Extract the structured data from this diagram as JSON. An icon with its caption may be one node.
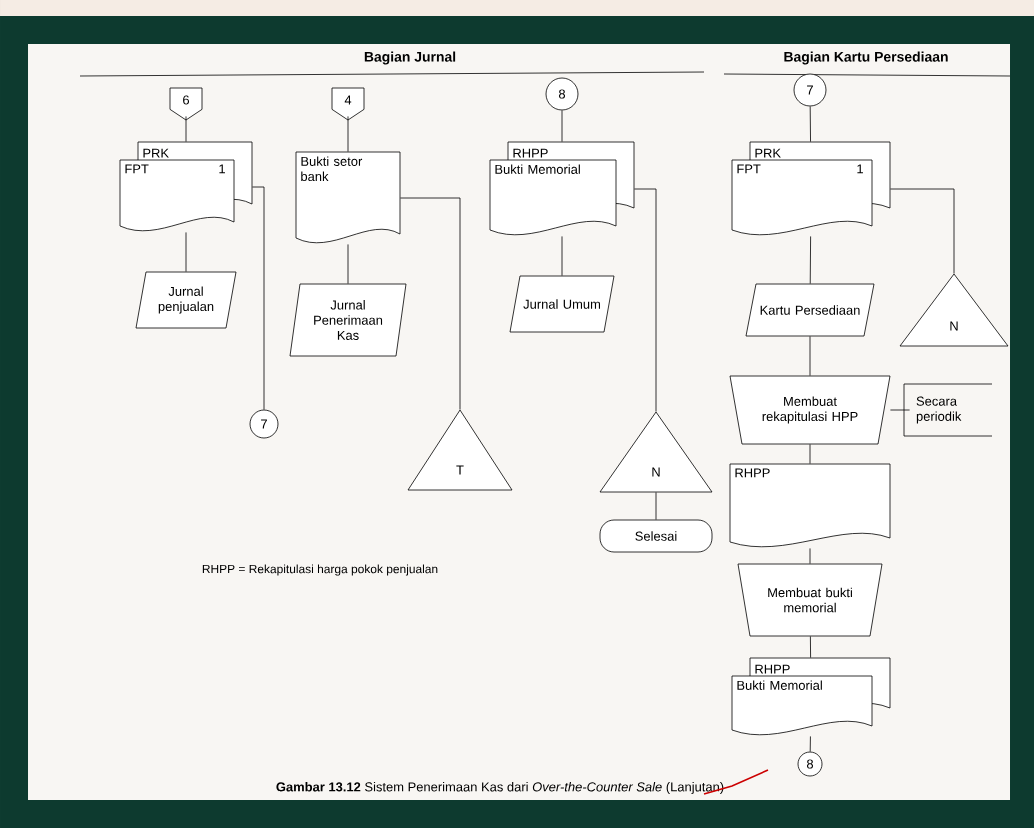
{
  "diagram": {
    "caption": "**Gambar 13.12** Sistem Penerimaan Kas dari *Over-the-Counter Sale* (Lanjutan)",
    "nodes": [
      {
        "text": [
          "6"
        ]
      },
      {
        "text": [
          "PRK",
          "FPT",
          "1"
        ]
      },
      {
        "text": [
          "Jurnal penjualan"
        ]
      },
      {
        "text": [
          "7"
        ]
      },
      {
        "text": [
          "4"
        ]
      },
      {
        "text": [
          "Bukti setor bank"
        ]
      },
      {
        "text": [
          "Jurnal Penerimaan Kas"
        ]
      },
      {
        "text": [
          "T"
        ]
      },
      {
        "text": [
          "8"
        ]
      },
      {
        "text": [
          "RHPP",
          "Bukti Memorial"
        ]
      },
      {
        "text": [
          "Jurnal Umum"
        ]
      },
      {
        "text": [
          "N"
        ]
      },
      {
        "text": [
          "Selesai"
        ]
      },
      {
        "text": [
          "7"
        ]
      },
      {
        "text": [
          "PRK",
          "FPT",
          "1"
        ]
      },
      {
        "text": [
          "Kartu Persediaan"
        ]
      },
      {
        "text": [
          "N"
        ]
      },
      {
        "text": [
          "Membuat rekapitulasi HPP"
        ]
      },
      {
        "text": [
          "Secara periodik"
        ]
      },
      {
        "text": [
          "RHPP"
        ]
      },
      {
        "text": [
          "Membuat bukti memorial"
        ]
      },
      {
        "text": [
          "RHPP",
          "Bukti Memorial"
        ]
      },
      {
        "text": [
          "8"
        ]
      }
    ],
    "edges": [
      {
        "from": 0,
        "to": 1,
        "arrow": "none"
      },
      {
        "from": 1,
        "to": 2,
        "arrow": "none"
      },
      {
        "from": 1,
        "to": 3,
        "arrow": "none"
      },
      {
        "from": 4,
        "to": 5,
        "arrow": "none"
      },
      {
        "from": 5,
        "to": 6,
        "arrow": "none"
      },
      {
        "from": 5,
        "to": 7,
        "arrow": "none"
      },
      {
        "from": 8,
        "to": 9,
        "arrow": "none"
      },
      {
        "from": 9,
        "to": 10,
        "arrow": "none"
      },
      {
        "from": 9,
        "to": 11,
        "arrow": "none"
      },
      {
        "from": 11,
        "to": 12,
        "arrow": "none"
      },
      {
        "from": 13,
        "to": 14,
        "arrow": "none"
      },
      {
        "from": 14,
        "to": 15,
        "arrow": "none"
      },
      {
        "from": 14,
        "to": 16,
        "arrow": "none"
      },
      {
        "from": 15,
        "to": 17,
        "arrow": "none"
      },
      {
        "from": 17,
        "to": 18,
        "arrow": "none"
      },
      {
        "from": 17,
        "to": 19,
        "arrow": "none"
      },
      {
        "from": 19,
        "to": 20,
        "arrow": "none"
      },
      {
        "from": 20,
        "to": 21,
        "arrow": "none"
      },
      {
        "from": 21,
        "to": 22,
        "arrow": "none"
      }
    ],
    "labels": [
      "Bagian Jurnal",
      "Bagian Kartu Persediaan",
      "RHPP = Rekapitulasi harga pokok penjualan"
    ]
  }
}
